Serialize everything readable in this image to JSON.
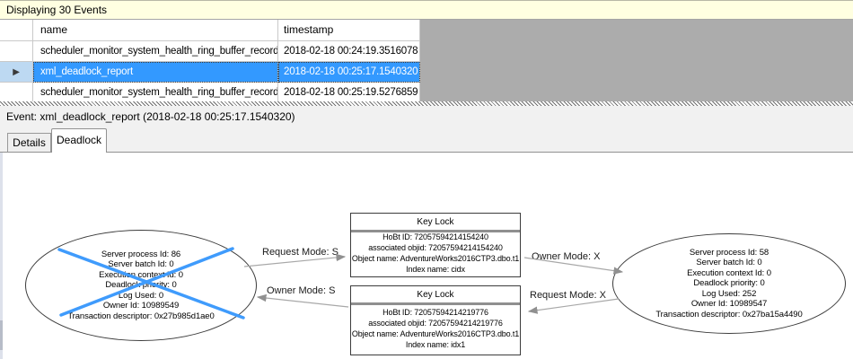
{
  "header": {
    "title": "Displaying 30 Events"
  },
  "table": {
    "columns": [
      "name",
      "timestamp"
    ],
    "row_indicator_icon": "▶",
    "rows": [
      {
        "name": "scheduler_monitor_system_health_ring_buffer_recorded",
        "timestamp": "2018-02-18 00:24:19.3516078",
        "selected": false
      },
      {
        "name": "xml_deadlock_report",
        "timestamp": "2018-02-18 00:25:17.1540320",
        "selected": true
      },
      {
        "name": "scheduler_monitor_system_health_ring_buffer_recorded",
        "timestamp": "2018-02-18 00:25:19.5276859",
        "selected": false
      }
    ]
  },
  "event_bar": {
    "text": "Event: xml_deadlock_report (2018-02-18 00:25:17.1540320)"
  },
  "tabs": [
    {
      "label": "Details",
      "active": false
    },
    {
      "label": "Deadlock",
      "active": true
    }
  ],
  "deadlock_graph": {
    "processes": [
      {
        "victim": true,
        "lines": [
          "Server process Id: 86",
          "Server batch Id: 0",
          "Execution context Id: 0",
          "Deadlock priority: 0",
          "Log Used: 0",
          "Owner Id: 10989549",
          "Transaction descriptor: 0x27b985d1ae0"
        ]
      },
      {
        "victim": false,
        "lines": [
          "Server process Id: 58",
          "Server batch Id: 0",
          "Execution context Id: 0",
          "Deadlock priority: 0",
          "Log Used: 252",
          "Owner Id: 10989547",
          "Transaction descriptor: 0x27ba15a4490"
        ]
      }
    ],
    "locks": [
      {
        "title": "Key Lock",
        "lines": [
          "HoBt ID: 72057594214154240",
          "associated objid: 72057594214154240",
          "Object name: AdventureWorks2016CTP3.dbo.t1",
          "Index name: cidx"
        ]
      },
      {
        "title": "Key Lock",
        "lines": [
          "HoBt ID: 72057594214219776",
          "associated objid: 72057594214219776",
          "Object name: AdventureWorks2016CTP3.dbo.t1",
          "Index name: idx1"
        ]
      }
    ],
    "edge_labels": [
      "Request Mode: S",
      "Owner Mode: S",
      "Owner Mode: X",
      "Request Mode: X"
    ],
    "colors": {
      "selection": "#3399FF",
      "victim_cross": "#3F9BFC",
      "info_bar": "#FFFFE1",
      "grid_backdrop": "#ACACAC",
      "arrow": "#A0A0A0"
    }
  }
}
